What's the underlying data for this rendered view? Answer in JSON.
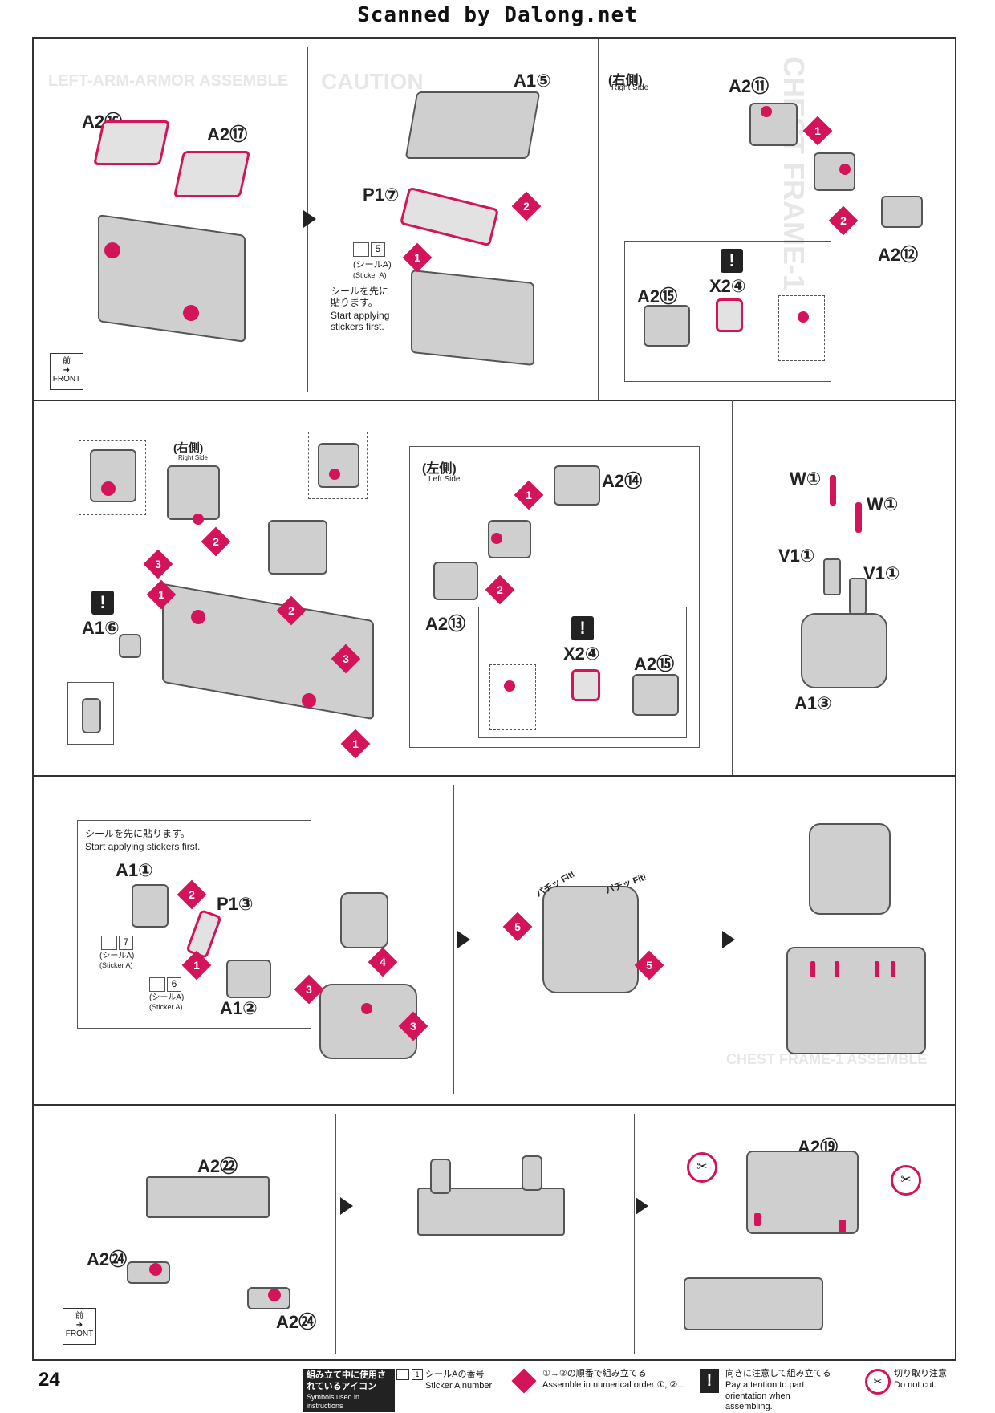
{
  "header": {
    "scan_credit": "Scanned by Dalong.net"
  },
  "page_number": "24",
  "ghost_text": [
    "LEFT-ARM-ARMOR ASSEMBLE",
    "CAUTION",
    "CHEST FRAME-1",
    "CHEST FRAME-1 ASSEMBLE"
  ],
  "front_badge": {
    "jp": "前",
    "en": "FRONT"
  },
  "common": {
    "sticker_jp": "(シールA)",
    "sticker_en": "(Sticker A)",
    "sticker_first_jp": "シールを先に貼ります。",
    "sticker_first_en": "Start applying stickers first."
  },
  "panel1": {
    "parts": [
      "A2⑯",
      "A2⑰"
    ]
  },
  "panel2": {
    "parts": [
      "A1⑤",
      "P1⑦"
    ],
    "sticker_no": "5",
    "sticker_first_jp": "シールを先に\n貼ります。",
    "sticker_first_en": "Start applying\nstickers first."
  },
  "panel3": {
    "side_jp": "(右側)",
    "side_en": "Right Side",
    "parts": [
      "A2⑪",
      "A2⑫",
      "A2⑮",
      "X2④"
    ]
  },
  "panel4": {
    "side_jp": "(右側)",
    "side_en": "Right Side",
    "parts": [
      "A1⑥"
    ]
  },
  "panel5": {
    "side_jp": "(左側)",
    "side_en": "Left Side",
    "parts": [
      "A2⑭",
      "A2⑬",
      "X2④",
      "A2⑮"
    ]
  },
  "panel6": {
    "parts": [
      "W①",
      "W①",
      "V1①",
      "V1①",
      "A1③"
    ]
  },
  "panel7": {
    "parts": [
      "A1①",
      "P1③",
      "A1②"
    ],
    "sticker_a": "7",
    "sticker_b": "6"
  },
  "panel8": {
    "fit1": "パチッ Fit!",
    "fit2": "パチッ Fit!"
  },
  "panel10": {
    "parts": [
      "A2㉒",
      "A2㉔",
      "A2㉔"
    ]
  },
  "panel12": {
    "parts": [
      "A2⑲"
    ]
  },
  "footer": {
    "icons_jp": "組み立て中に使用されているアイコン",
    "icons_en": "Symbols used in instructions",
    "sticker_jp": "シールAの番号",
    "sticker_en": "Sticker A number",
    "order_jp": "①→②の順番で組み立てる",
    "order_en": "Assemble in numerical order ①, ②...",
    "attention_jp": "向きに注意して組み立てる",
    "attention_en": "Pay attention to part orientation when assembling.",
    "cut_jp": "切り取り注意",
    "cut_en": "Do not cut."
  },
  "colors": {
    "accent": "#d4145a",
    "line": "#333333",
    "part": "#cfcfcf"
  }
}
